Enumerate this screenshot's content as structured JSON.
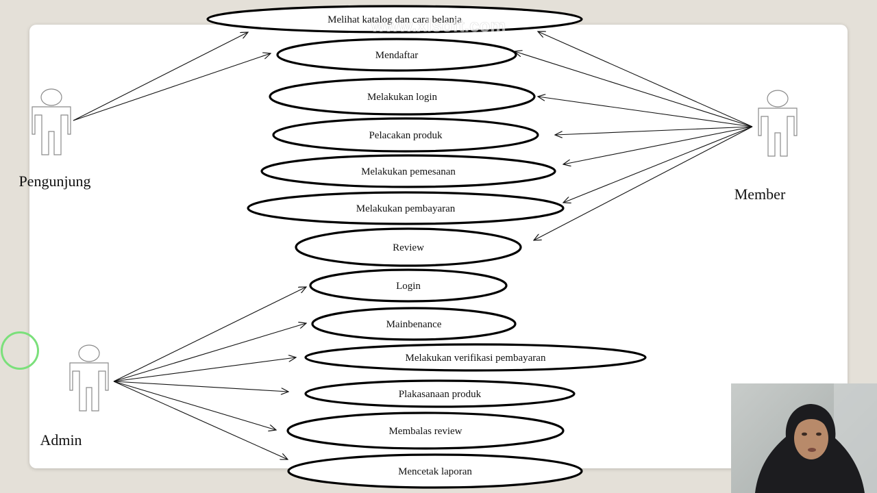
{
  "diagram": {
    "watermark": "www.xlsoft.com",
    "actors": [
      {
        "id": "pengunjung",
        "label": "Pengunjung"
      },
      {
        "id": "member",
        "label": "Member"
      },
      {
        "id": "admin",
        "label": "Admin"
      }
    ],
    "use_cases": [
      {
        "id": "uc1",
        "label": "Melihat katalog dan cara belanja"
      },
      {
        "id": "uc2",
        "label": "Mendaftar"
      },
      {
        "id": "uc3",
        "label": "Melakukan login"
      },
      {
        "id": "uc4",
        "label": "Pelacakan produk"
      },
      {
        "id": "uc5",
        "label": "Melakukan pemesanan"
      },
      {
        "id": "uc6",
        "label": "Melakukan pembayaran"
      },
      {
        "id": "uc7",
        "label": "Review"
      },
      {
        "id": "uc8",
        "label": "Login"
      },
      {
        "id": "uc9",
        "label": "Mainbenance"
      },
      {
        "id": "uc10",
        "label": "Melakukan verifikasi pembayaran"
      },
      {
        "id": "uc11",
        "label": "Plakasanaan produk"
      },
      {
        "id": "uc12",
        "label": "Membalas review"
      },
      {
        "id": "uc13",
        "label": "Mencetak laporan"
      }
    ],
    "associations": [
      {
        "from": "pengunjung",
        "to": "uc1"
      },
      {
        "from": "pengunjung",
        "to": "uc2"
      },
      {
        "from": "member",
        "to": "uc1"
      },
      {
        "from": "member",
        "to": "uc2"
      },
      {
        "from": "member",
        "to": "uc3"
      },
      {
        "from": "member",
        "to": "uc4"
      },
      {
        "from": "member",
        "to": "uc5"
      },
      {
        "from": "member",
        "to": "uc6"
      },
      {
        "from": "member",
        "to": "uc7"
      },
      {
        "from": "admin",
        "to": "uc8"
      },
      {
        "from": "admin",
        "to": "uc9"
      },
      {
        "from": "admin",
        "to": "uc10"
      },
      {
        "from": "admin",
        "to": "uc11"
      },
      {
        "from": "admin",
        "to": "uc12"
      },
      {
        "from": "admin",
        "to": "uc13"
      }
    ]
  }
}
